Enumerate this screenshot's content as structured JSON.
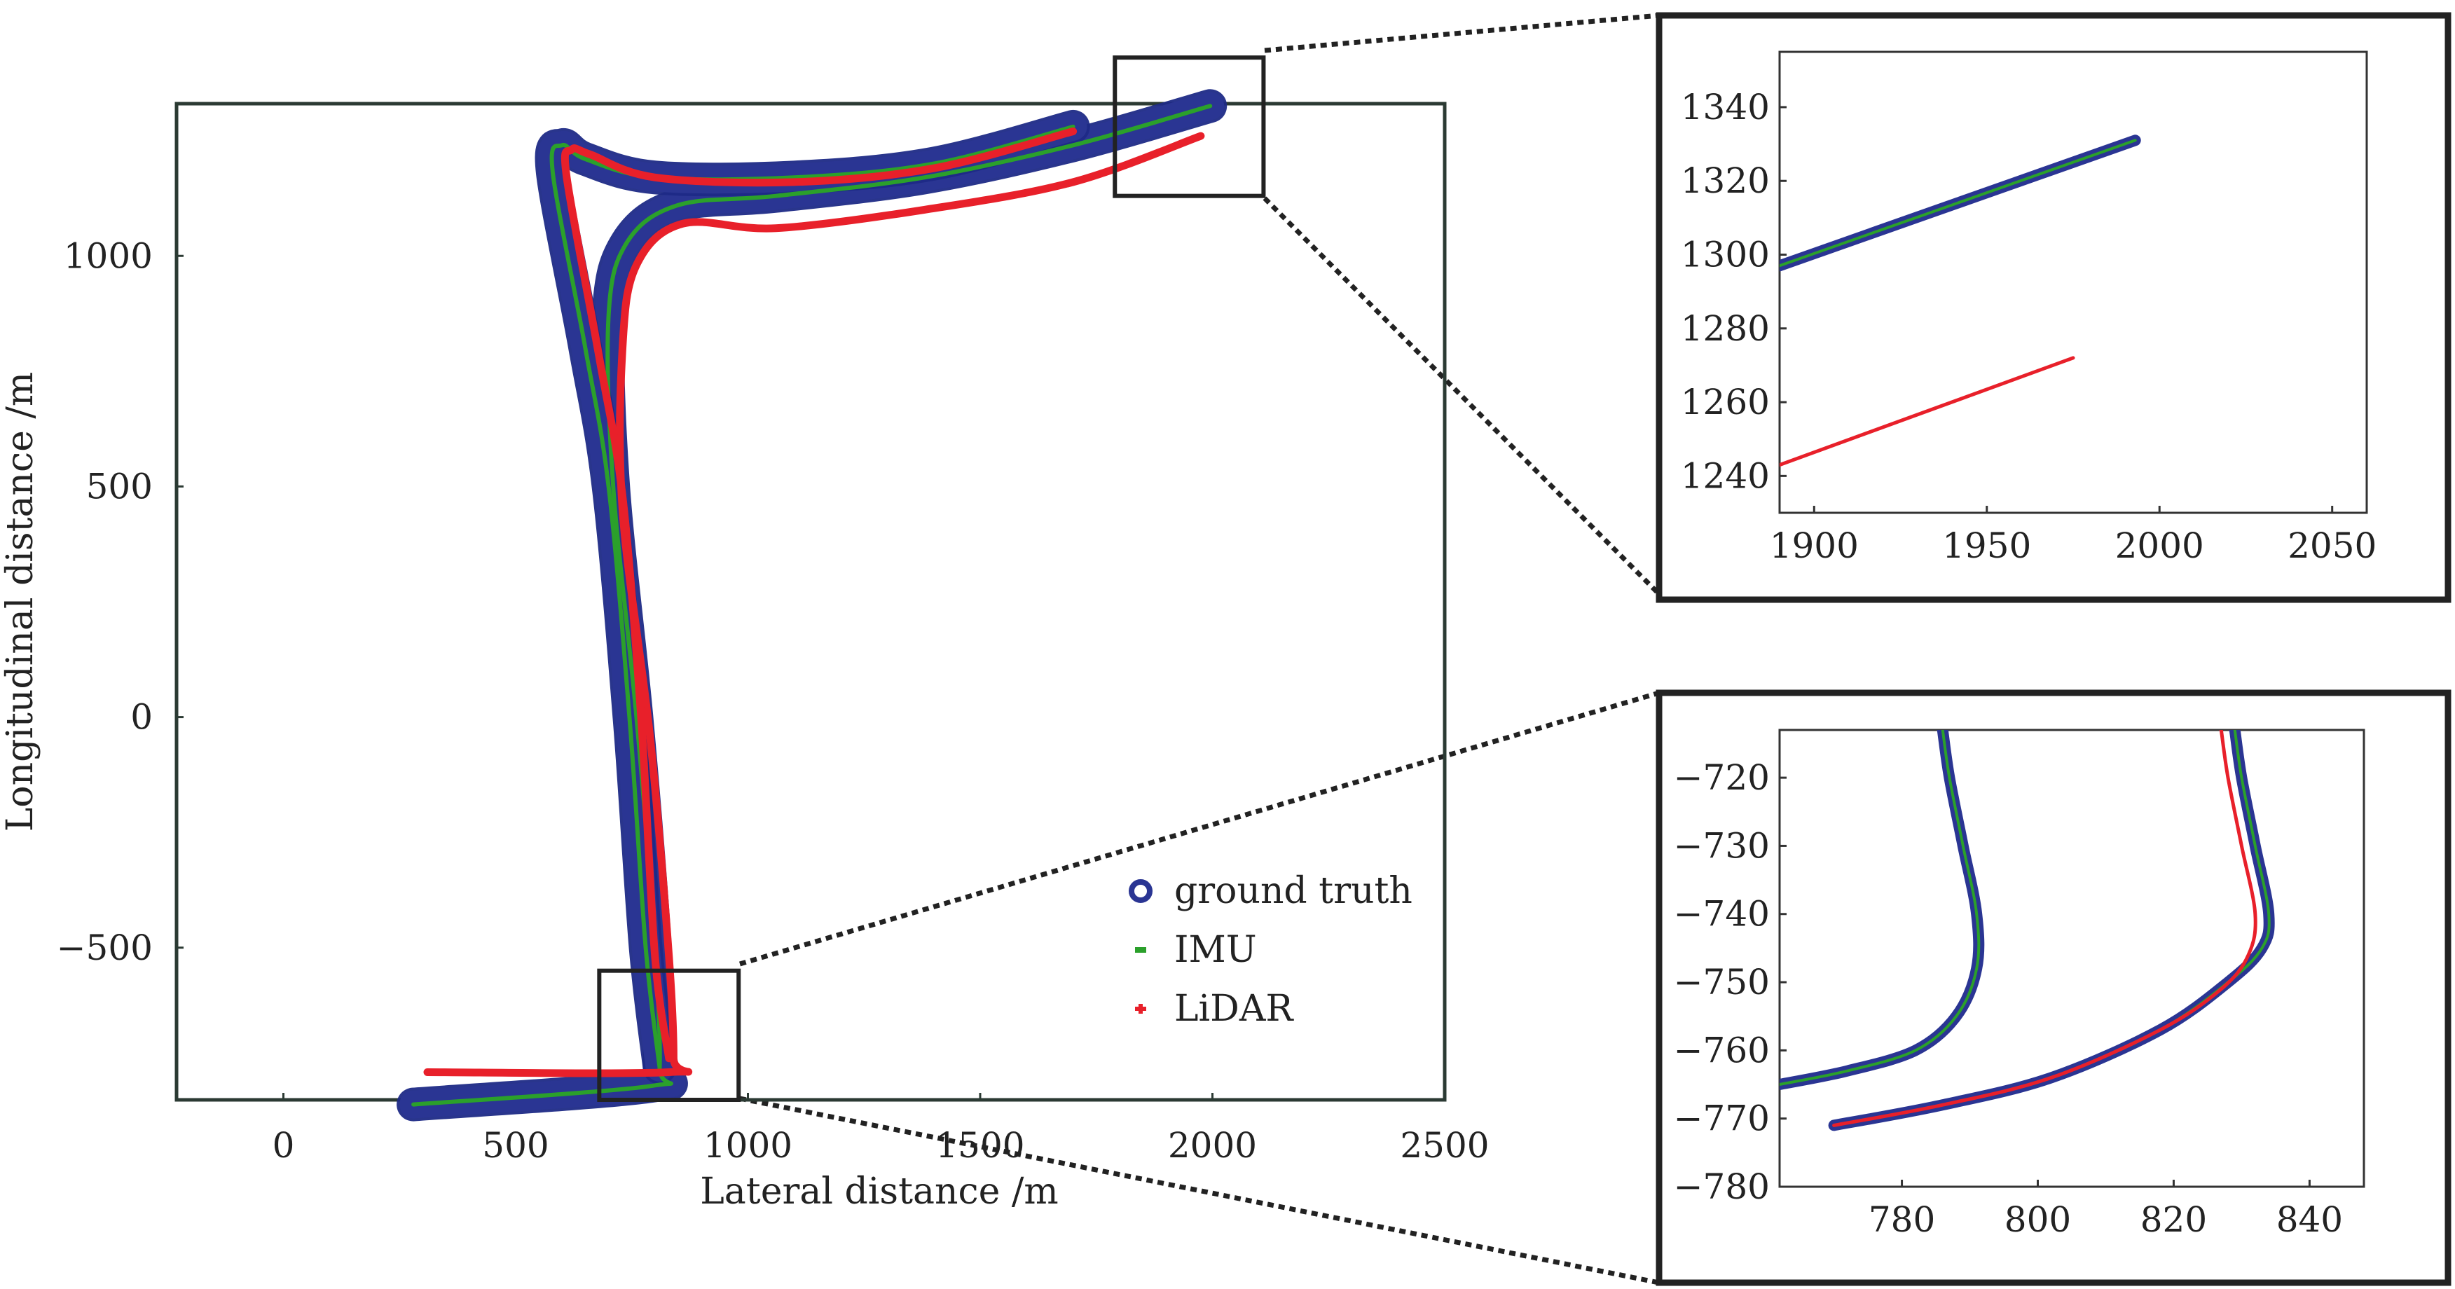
{
  "chart_data": [
    {
      "type": "line",
      "panel": "main",
      "xlabel": "Lateral distance /m",
      "ylabel": "Longitudinal distance /m",
      "xlim": [
        -230,
        2500
      ],
      "ylim": [
        -830,
        1330
      ],
      "xticks": [
        0,
        500,
        1000,
        1500,
        2000,
        2500
      ],
      "yticks": [
        -500,
        0,
        500,
        1000
      ],
      "grid": false,
      "legend_position": "bottom-right",
      "legend": [
        "ground truth",
        "IMU",
        "LiDAR"
      ],
      "series": [
        {
          "name": "ground truth",
          "color": "#2a3593",
          "marker": "circle",
          "x": [
            1995,
            1700,
            1380,
            1060,
            850,
            740,
            700,
            710,
            760,
            800,
            810,
            790,
            280
          ],
          "y": [
            1325,
            1240,
            1170,
            1130,
            1110,
            1030,
            870,
            500,
            0,
            -500,
            -760,
            -800,
            -840
          ],
          "x2": [
            1700,
            1400,
            1100,
            800,
            650,
            600,
            580,
            650,
            700,
            745,
            780,
            810
          ],
          "y2": [
            1280,
            1200,
            1170,
            1170,
            1210,
            1240,
            1180,
            800,
            500,
            0,
            -500,
            -760
          ]
        },
        {
          "name": "IMU",
          "color": "#2ba02b",
          "marker": "dot",
          "x": [
            1995,
            1700,
            1380,
            1060,
            850,
            740,
            700,
            710,
            760,
            800,
            810,
            790,
            280
          ],
          "y": [
            1325,
            1240,
            1170,
            1130,
            1110,
            1030,
            870,
            500,
            0,
            -500,
            -760,
            -800,
            -840
          ],
          "x2": [
            1700,
            1400,
            1100,
            800,
            650,
            600,
            580,
            650,
            700,
            745,
            780,
            810
          ],
          "y2": [
            1280,
            1200,
            1170,
            1170,
            1210,
            1240,
            1180,
            800,
            500,
            0,
            -500,
            -760
          ]
        },
        {
          "name": "LiDAR",
          "color": "#e8202a",
          "marker": "plus",
          "x": [
            1975,
            1700,
            1380,
            1060,
            860,
            760,
            730,
            730,
            790,
            830,
            840,
            830,
            310
          ],
          "y": [
            1260,
            1160,
            1100,
            1060,
            1070,
            980,
            800,
            450,
            -50,
            -520,
            -740,
            -770,
            -770
          ],
          "x2": [
            1700,
            1400,
            1100,
            800,
            660,
            620,
            610,
            680,
            730,
            770,
            800,
            830
          ],
          "y2": [
            1270,
            1190,
            1160,
            1170,
            1220,
            1230,
            1170,
            780,
            480,
            0,
            -520,
            -740
          ]
        }
      ],
      "zoom_boxes": [
        {
          "x": [
            1790,
            2110
          ],
          "y": [
            1130,
            1430
          ]
        },
        {
          "x": [
            680,
            980
          ],
          "y": [
            -830,
            -550
          ]
        }
      ]
    },
    {
      "type": "line",
      "panel": "inset-top",
      "xlim": [
        1890,
        2060
      ],
      "ylim": [
        1230,
        1355
      ],
      "xticks": [
        1900,
        1950,
        2000,
        2050
      ],
      "yticks": [
        1240,
        1260,
        1280,
        1300,
        1320,
        1340
      ],
      "series": [
        {
          "name": "ground truth",
          "color": "#2a3593",
          "x": [
            1890,
            1993
          ],
          "y": [
            1297,
            1331
          ]
        },
        {
          "name": "IMU",
          "color": "#2ba02b",
          "x": [
            1890,
            1993
          ],
          "y": [
            1297,
            1331
          ]
        },
        {
          "name": "LiDAR",
          "color": "#e8202a",
          "x": [
            1890,
            1975
          ],
          "y": [
            1243,
            1272
          ]
        }
      ]
    },
    {
      "type": "line",
      "panel": "inset-bottom",
      "xlim": [
        762,
        848
      ],
      "ylim": [
        -780,
        -713
      ],
      "xticks": [
        780,
        800,
        820,
        840
      ],
      "yticks": [
        -720,
        -730,
        -740,
        -750,
        -760,
        -770,
        -780
      ],
      "series": [
        {
          "name": "ground truth",
          "color": "#2a3593",
          "x": [
            786,
            787,
            789,
            791,
            791,
            788,
            782,
            772,
            762
          ],
          "y": [
            -713,
            -720,
            -730,
            -740,
            -748,
            -755,
            -760,
            -763,
            -765
          ]
        },
        {
          "name": "ground truth",
          "color": "#2a3593",
          "x": [
            829,
            830,
            832,
            834,
            833,
            828,
            818,
            802,
            786,
            770
          ],
          "y": [
            -713,
            -720,
            -730,
            -740,
            -745,
            -750,
            -757,
            -764,
            -768,
            -771
          ]
        },
        {
          "name": "IMU",
          "color": "#2ba02b",
          "x": [
            786,
            787,
            789,
            791,
            791,
            788,
            782,
            772,
            762
          ],
          "y": [
            -713,
            -720,
            -730,
            -740,
            -748,
            -755,
            -760,
            -763,
            -765
          ]
        },
        {
          "name": "IMU",
          "color": "#2ba02b",
          "x": [
            829,
            830,
            832,
            834,
            833,
            828,
            818,
            802,
            786,
            770
          ],
          "y": [
            -713,
            -720,
            -730,
            -740,
            -745,
            -750,
            -757,
            -764,
            -768,
            -771
          ]
        },
        {
          "name": "LiDAR",
          "color": "#e8202a",
          "x": [
            827,
            828,
            830,
            832,
            831,
            827,
            818,
            802,
            786,
            770
          ],
          "y": [
            -713,
            -720,
            -730,
            -740,
            -746,
            -751,
            -757,
            -764,
            -768,
            -771
          ]
        }
      ]
    }
  ]
}
